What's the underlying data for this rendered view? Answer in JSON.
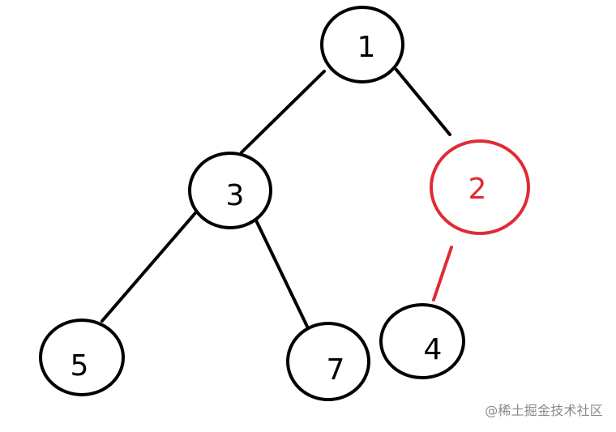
{
  "diagram": {
    "nodes": [
      {
        "id": "n1",
        "label": "1",
        "color": "#000000"
      },
      {
        "id": "n3",
        "label": "3",
        "color": "#000000"
      },
      {
        "id": "n2",
        "label": "2",
        "color": "#e02b34"
      },
      {
        "id": "n5",
        "label": "5",
        "color": "#000000"
      },
      {
        "id": "n7",
        "label": "7",
        "color": "#000000"
      },
      {
        "id": "n4",
        "label": "4",
        "color": "#000000"
      }
    ],
    "edges": [
      {
        "from": "n1",
        "to": "n3",
        "color": "#000000"
      },
      {
        "from": "n1",
        "to": "n2",
        "color": "#000000"
      },
      {
        "from": "n3",
        "to": "n5",
        "color": "#000000"
      },
      {
        "from": "n3",
        "to": "n7",
        "color": "#000000"
      },
      {
        "from": "n2",
        "to": "n4",
        "color": "#e02b34"
      }
    ]
  },
  "watermark": {
    "text": "@稀土掘金技术社区"
  },
  "colors": {
    "default": "#000000",
    "highlight": "#e02b34",
    "watermark": "#8a8a8a"
  }
}
